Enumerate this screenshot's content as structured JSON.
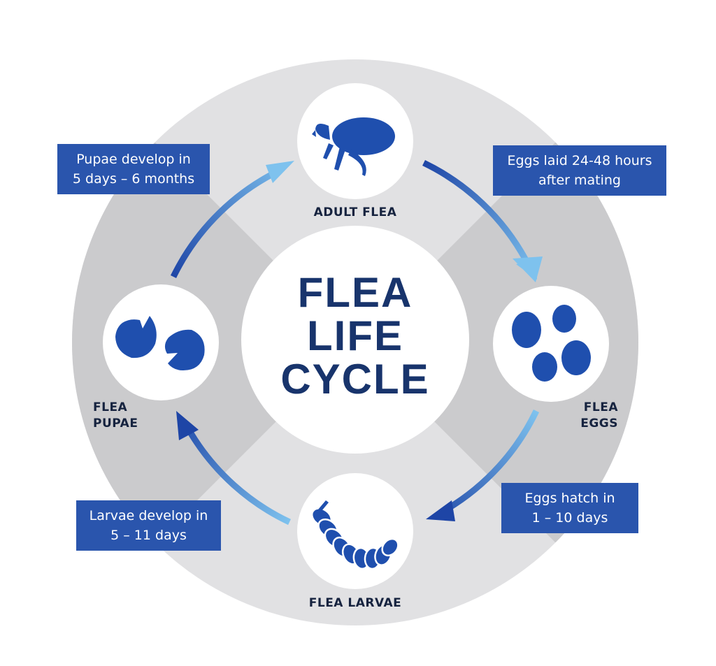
{
  "diagram": {
    "title_lines": [
      "FLEA",
      "LIFE",
      "CYCLE"
    ],
    "stages": {
      "adult": {
        "lines": [
          "ADULT FLEA"
        ],
        "icon": "flea-icon"
      },
      "eggs": {
        "lines": [
          "FLEA",
          "EGGS"
        ],
        "icon": "eggs-icon"
      },
      "larvae": {
        "lines": [
          "FLEA LARVAE"
        ],
        "icon": "larva-icon"
      },
      "pupae": {
        "lines": [
          "FLEA",
          "PUPAE"
        ],
        "icon": "pupae-icon"
      }
    },
    "notes": {
      "adult_to_eggs": [
        "Eggs laid 24-48 hours",
        "after mating"
      ],
      "eggs_to_larvae": [
        "Eggs hatch in",
        "1 – 10 days"
      ],
      "larvae_to_pupae": [
        "Larvae develop in",
        "5 – 11 days"
      ],
      "pupae_to_adult": [
        "Pupae develop in",
        "5 days – 6 months"
      ]
    },
    "colors": {
      "outer_ring": "#e1e1e3",
      "ring_bands": "#cbcbcd",
      "center_circle": "#ffffff",
      "icon_blue": "#1f4fae",
      "arrow_dark": "#1e45a6",
      "arrow_light": "#7ec2ee",
      "note_box": "#2a55ad",
      "title": "#18346c"
    }
  }
}
